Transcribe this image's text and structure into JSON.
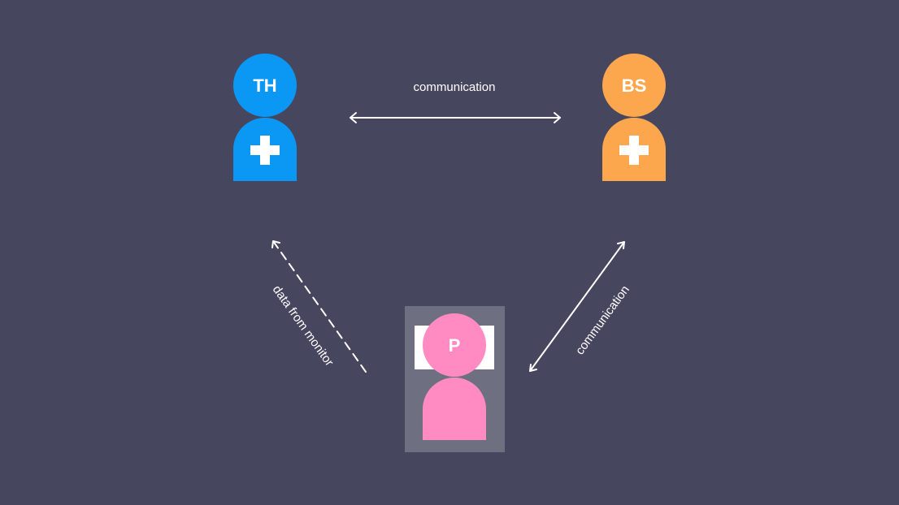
{
  "colors": {
    "background": "#46475f",
    "therapist": "#0b97f4",
    "bedside": "#fca64e",
    "patient": "#ff8bc2",
    "bed": "#6e6f80",
    "pillow": "#ffffff",
    "line": "#ffffff"
  },
  "nodes": {
    "therapist": {
      "initials": "TH",
      "icon": "medical-cross-icon"
    },
    "bedside": {
      "initials": "BS",
      "icon": "medical-cross-icon"
    },
    "patient": {
      "initials": "P",
      "icon": "bed-icon"
    }
  },
  "edges": {
    "top": {
      "label": "communication",
      "style": "solid",
      "direction": "both"
    },
    "right": {
      "label": "communication",
      "style": "solid",
      "direction": "both"
    },
    "left": {
      "label": "data from monitor",
      "style": "dashed",
      "direction": "to-therapist"
    }
  }
}
